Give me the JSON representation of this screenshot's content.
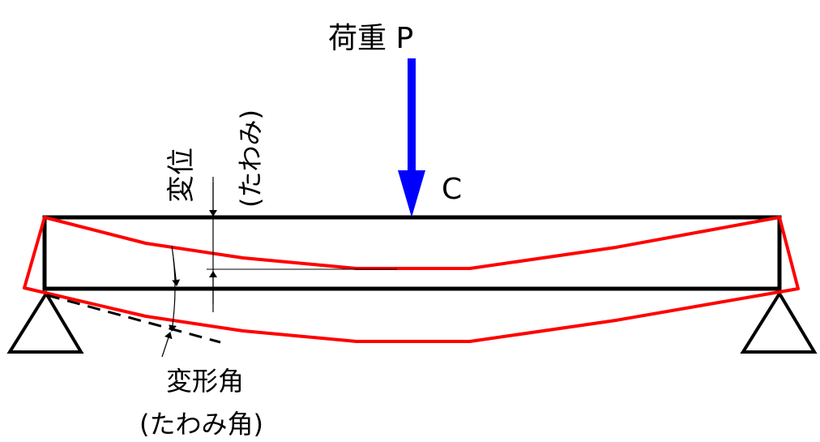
{
  "labels": {
    "load": "荷重 P",
    "point": "C",
    "displacement": "変位",
    "displacement_alt": "(たわみ)",
    "angle": "変形角",
    "angle_alt": "(たわみ角)"
  },
  "colors": {
    "beam": "#000000",
    "deformed": "#ff0000",
    "load_arrow": "#0000ff"
  }
}
